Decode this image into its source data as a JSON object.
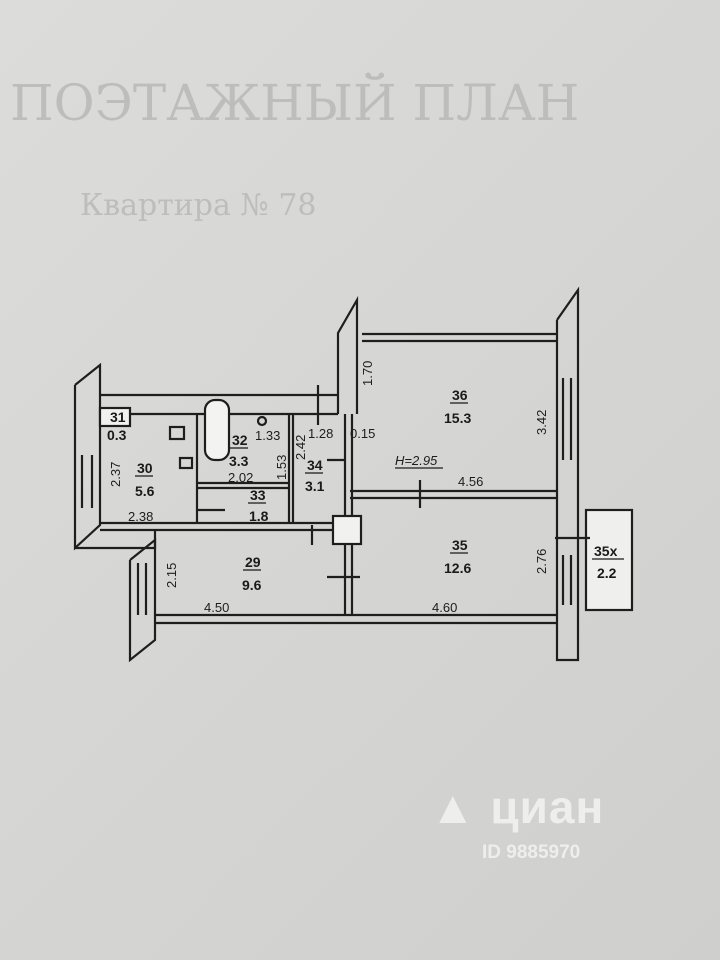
{
  "background_text": {
    "line1": "ПОЭТАЖНЫЙ ПЛАН",
    "line2": "Квартира № 78"
  },
  "plan": {
    "height_label": "H=2.95",
    "rooms": [
      {
        "id": "36",
        "area": "15.3"
      },
      {
        "id": "35",
        "area": "12.6"
      },
      {
        "id": "29",
        "area": "9.6"
      },
      {
        "id": "30",
        "area": "5.6"
      },
      {
        "id": "31",
        "area": "0.3"
      },
      {
        "id": "32",
        "area": "3.3"
      },
      {
        "id": "33",
        "area": "1.8"
      },
      {
        "id": "34",
        "area": "3.1"
      },
      {
        "id": "35х",
        "area": "2.2"
      }
    ],
    "dimensions": {
      "d170": "1.70",
      "d342": "3.42",
      "d456": "4.56",
      "d276": "2.76",
      "d460": "4.60",
      "d450": "4.50",
      "d215": "2.15",
      "d237": "2.37",
      "d238": "2.38",
      "d202": "2.02",
      "d133": "1.33",
      "d153": "1.53",
      "d242": "2.42",
      "d128": "1.28",
      "d015": "0.15"
    }
  },
  "watermark": {
    "brand": "циан",
    "id_text": "ID 9885970"
  },
  "colors": {
    "paper": "#d9d9d7",
    "ink": "#1d1d1d",
    "wall_fill": "#eeeeec"
  }
}
